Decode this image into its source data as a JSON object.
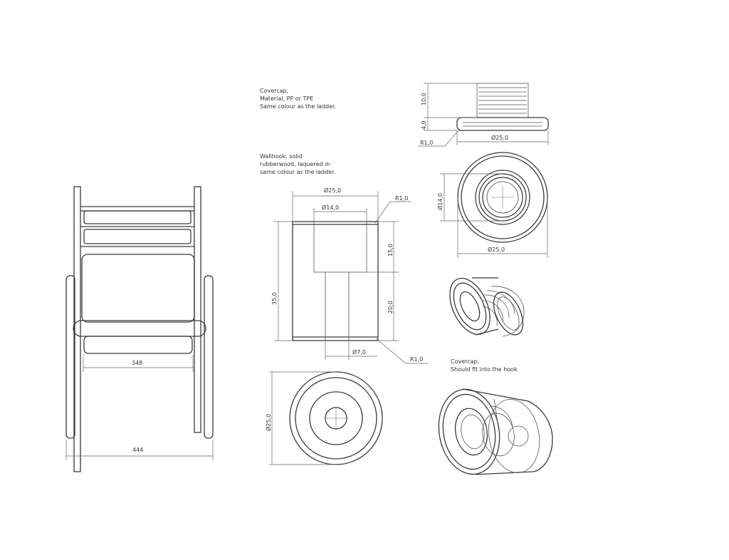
{
  "notes": {
    "covercap_top": [
      "Covercap,",
      "Material, PP or TPE",
      "Same colour as the ladder."
    ],
    "wallhook": [
      "Wallhook, solid",
      "rubberwood, laquered in",
      "same colour as the ladder."
    ],
    "covercap_bottom": [
      "Covercap,",
      "Should fit into the hook"
    ]
  },
  "dimensions": {
    "ladder_inner_width": "348",
    "ladder_outer_width": "444",
    "hook_diameter_top": "Ø25,0",
    "hook_bore_diameter": "Ø14,0",
    "hook_radius_top": "R1,0",
    "hook_bore_depth": "15,0",
    "hook_total_height": "35,0",
    "hook_hole_depth": "20,0",
    "hook_hole_diameter": "Ø7,0",
    "hook_radius_bottom": "R1,0",
    "hook_end_diameter": "Ø25,0",
    "cap_thread_height": "10,0",
    "cap_flange_height": "4,0",
    "cap_radius": "R1,0",
    "cap_flange_diameter": "Ø25,0",
    "cap_inner_diameter": "Ø14,0",
    "cap_end_diameter": "Ø25,0"
  },
  "colors": {
    "line": "#3a3a3a",
    "background": "#ffffff"
  }
}
